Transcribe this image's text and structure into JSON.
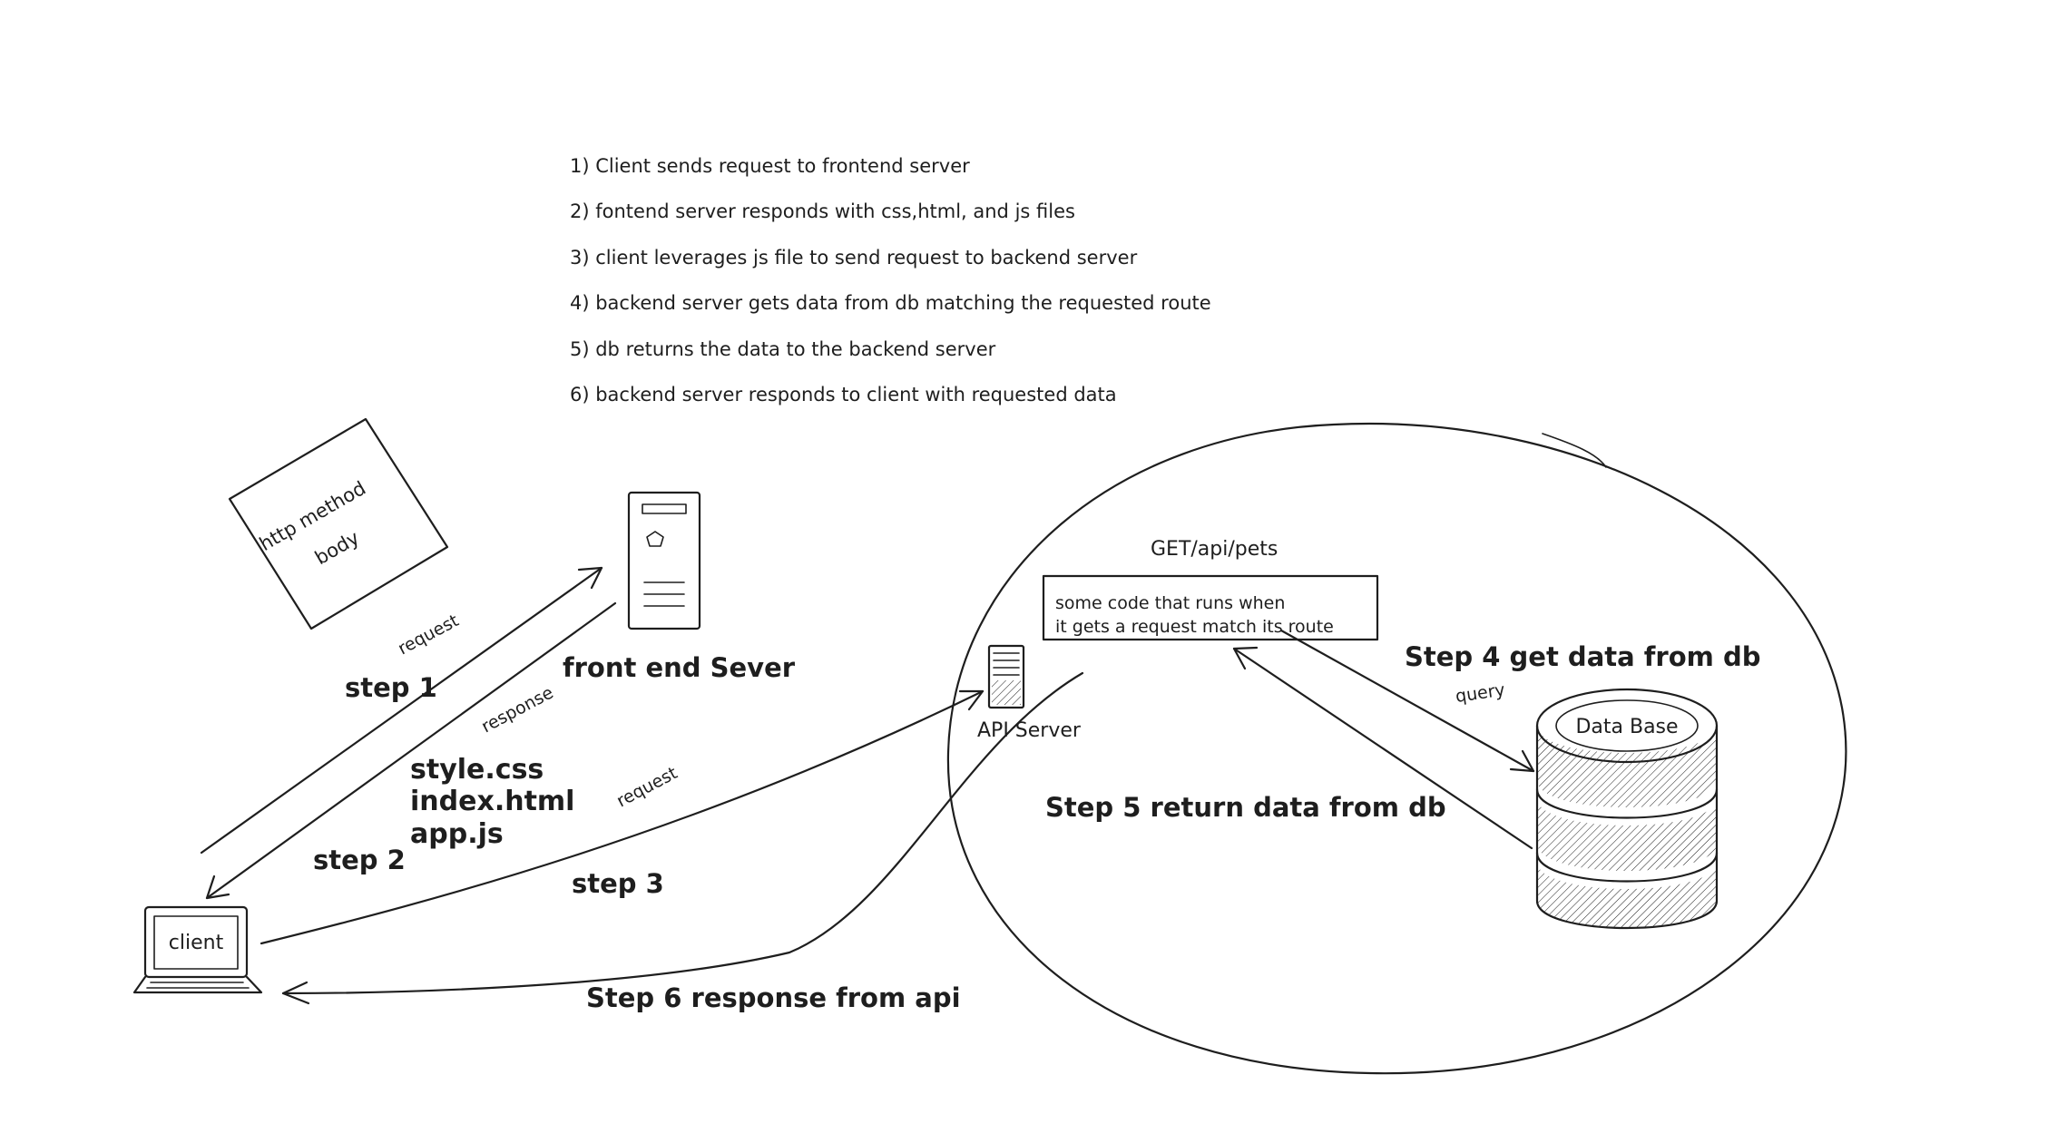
{
  "steps_list": [
    "1) Client sends request to frontend server",
    "2) fontend server responds with css,html, and js files",
    "3) client leverages js file to send request to backend server",
    "4) backend server gets data from db matching the requested route",
    "5) db returns the data to the backend server",
    "6) backend server responds to client with requested data"
  ],
  "http_note": {
    "line1": "http method",
    "line2": "body"
  },
  "frontend_server": {
    "label": "front end Sever"
  },
  "client": {
    "label": "client"
  },
  "api_server": {
    "label": "API Server"
  },
  "route": {
    "path": "GET/api/pets",
    "code_line1": "some code that runs when",
    "code_line2": "it gets a request match its route"
  },
  "database": {
    "label": "Data Base"
  },
  "arrows": {
    "step1": "step 1",
    "step1_request": "request",
    "step2": "step 2",
    "step2_response": "response",
    "files": [
      "style.css",
      "index.html",
      "app.js"
    ],
    "step3": "step 3",
    "step3_request": "request",
    "step4": "Step 4 get data from db",
    "query": "query",
    "step5": "Step 5 return data from db",
    "step6": "Step 6 response from api"
  }
}
